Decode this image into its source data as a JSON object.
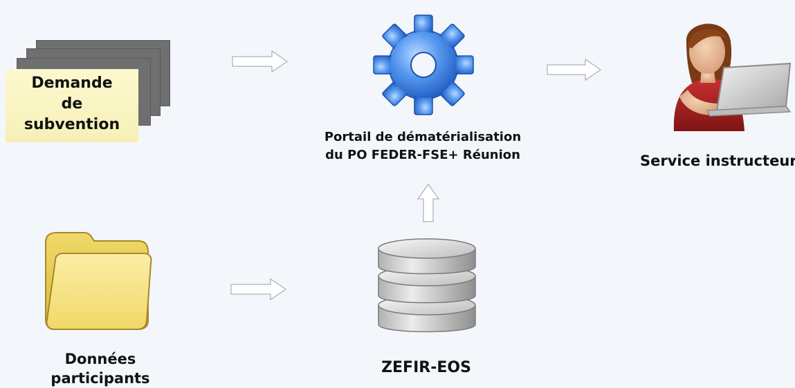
{
  "document": {
    "lines": [
      "Demande",
      "de",
      "subvention"
    ]
  },
  "portal": {
    "line1": "Portail de dématérialisation",
    "line2": "du PO FEDER-FSE+ Réunion"
  },
  "service": {
    "label": "Service instructeur"
  },
  "participants": {
    "line1": "Données",
    "line2": "participants"
  },
  "database": {
    "label": "ZEFIR-EOS"
  },
  "icons": {
    "document": "document-stack-icon",
    "gear": "gear-icon",
    "user": "user-laptop-icon",
    "folder": "folder-icon",
    "database": "database-icon",
    "arrow": "arrow-icon"
  },
  "colors": {
    "background": "#f3f6fb",
    "gear": "#3a7fe0",
    "folder": "#f3de7e",
    "document_paper": "#fbf7c8",
    "document_stack": "#6f6f6f",
    "database": "#c9c9c9",
    "user_shirt": "#b32424"
  }
}
